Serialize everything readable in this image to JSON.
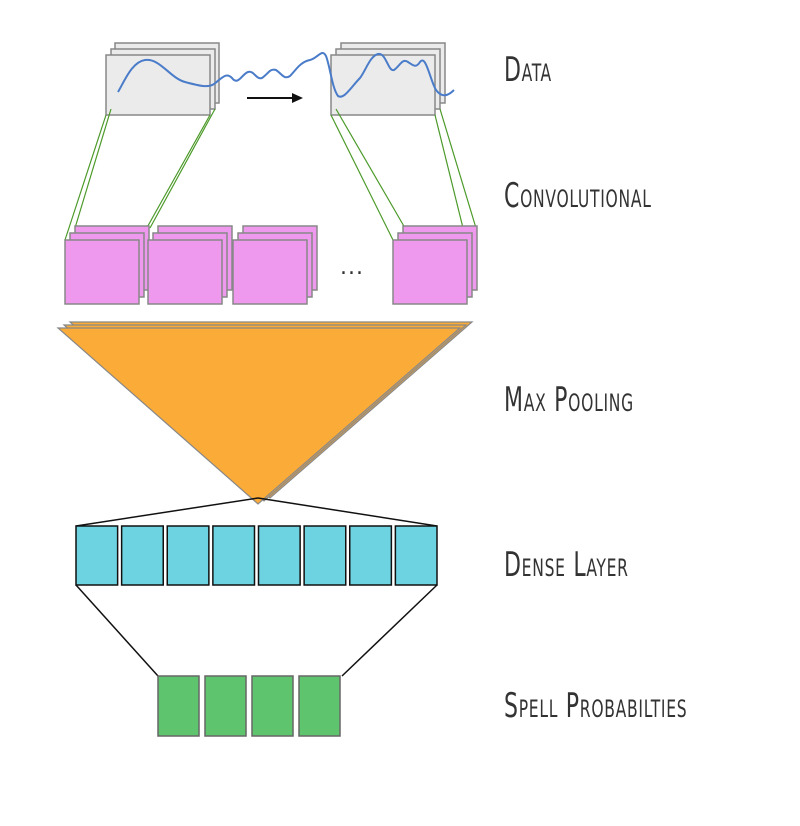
{
  "labels": {
    "data": "Data",
    "convolutional": "Convolutional",
    "max_pooling": "Max Pooling",
    "dense_layer": "Dense Layer",
    "spell_probabilities": "Spell Probabilties"
  },
  "ellipsis": "...",
  "counts": {
    "dense_units": 8,
    "output_units": 4
  },
  "colors": {
    "conv": "#ee99ee",
    "pool": "#fbab38",
    "dense": "#6dd3e0",
    "output": "#5ec56e",
    "signal": "#4a7cc9",
    "connector": "#4c9a2a"
  }
}
